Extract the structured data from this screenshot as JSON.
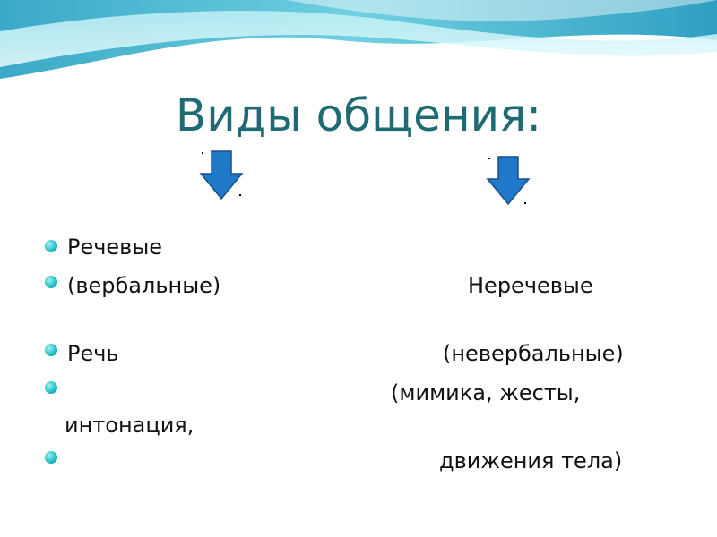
{
  "slide": {
    "title": "Виды общения:",
    "left_column": {
      "line1": "Речевые",
      "line2": "(вербальные)",
      "line3": "Речь",
      "line4": "интонация,"
    },
    "right_column": {
      "line1": "Неречевые",
      "line2": "(невербальные)",
      "line3": "(мимика, жесты,",
      "line4": "движения тела)"
    }
  },
  "colors": {
    "title": "#1f6b73",
    "arrow": "#1f78c8",
    "bullet": "#22c2c8",
    "wave": "#3aa9c8"
  },
  "icons": {
    "left_arrow": "down-arrow-icon",
    "right_arrow": "down-arrow-icon",
    "bullet": "bullet-icon"
  }
}
